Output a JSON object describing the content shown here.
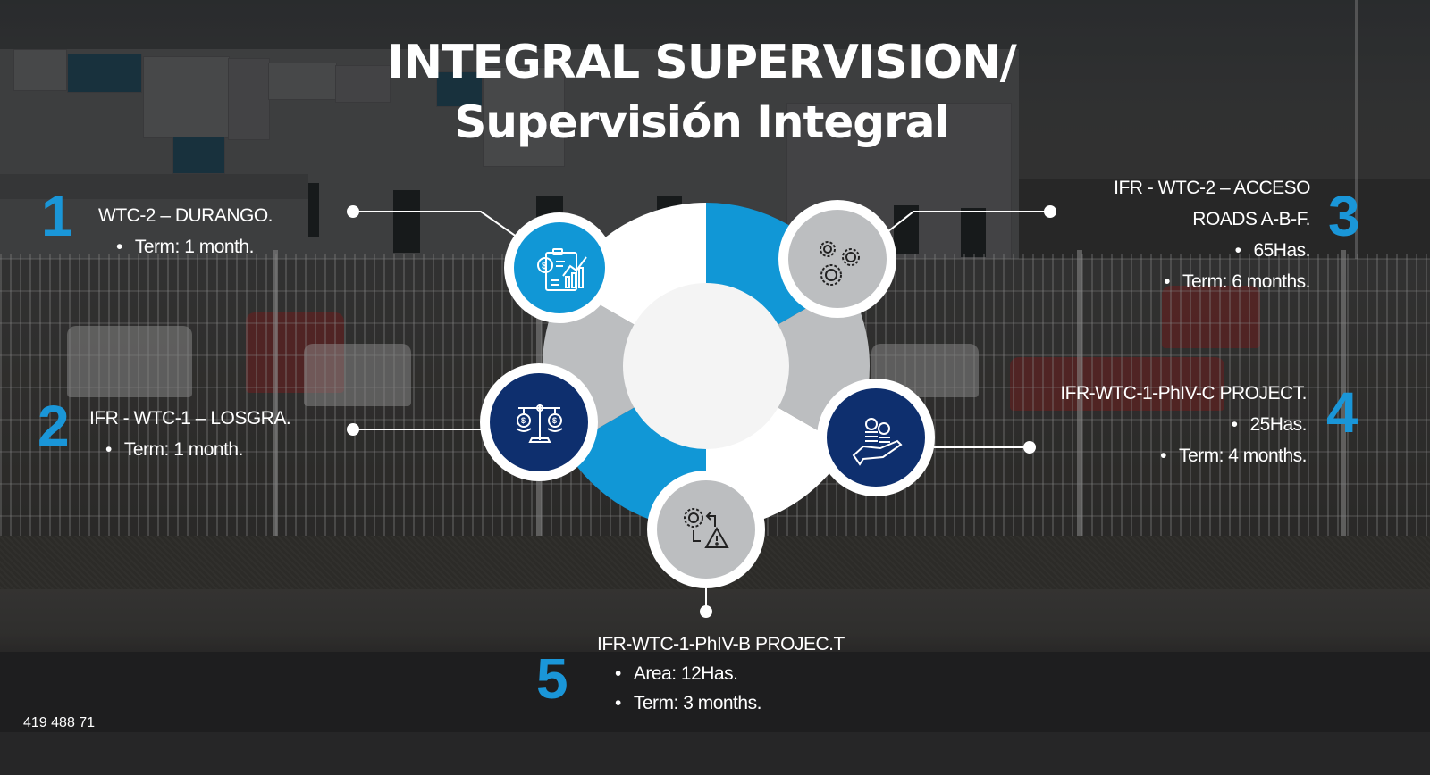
{
  "slide": {
    "title_line1": "INTEGRAL SUPERVISION/",
    "title_line2": "Supervisión Integral",
    "footer_id": "419 488 71"
  },
  "colors": {
    "accent_blue": "#1197D6",
    "navy": "#0E2F6E",
    "gray": "#BCBEC0",
    "white": "#FFFFFF",
    "center": "#F4F4F4",
    "number_blue": "#1A96D8"
  },
  "items": [
    {
      "number": "1",
      "title": "WTC-2 – DURANGO.",
      "bullets": [
        "Term: 1 month."
      ],
      "icon": "financial-report-icon",
      "circle_color": "#1197D6"
    },
    {
      "number": "2",
      "title": "IFR - WTC-1 – LOSGRA.",
      "bullets": [
        "Term: 1 month."
      ],
      "icon": "balance-scale-dollar-icon",
      "circle_color": "#0E2F6E"
    },
    {
      "number": "3",
      "title_line1": "IFR - WTC-2 – ACCESO",
      "title_line2": "ROADS A-B-F.",
      "bullets": [
        "65Has.",
        "Term: 6 months."
      ],
      "icon": "gears-icon",
      "circle_color": "#BCBEC0"
    },
    {
      "number": "4",
      "title": "IFR-WTC-1-PhIV-C PROJECT.",
      "bullets": [
        "25Has.",
        "Term: 4 months."
      ],
      "icon": "hand-coins-icon",
      "circle_color": "#0E2F6E"
    },
    {
      "number": "5",
      "title": "IFR-WTC-1-PhIV-B PROJEC.T",
      "bullets": [
        "Area: 12Has.",
        "Term: 3 months."
      ],
      "icon": "gear-risk-warning-icon",
      "circle_color": "#BCBEC0"
    }
  ]
}
